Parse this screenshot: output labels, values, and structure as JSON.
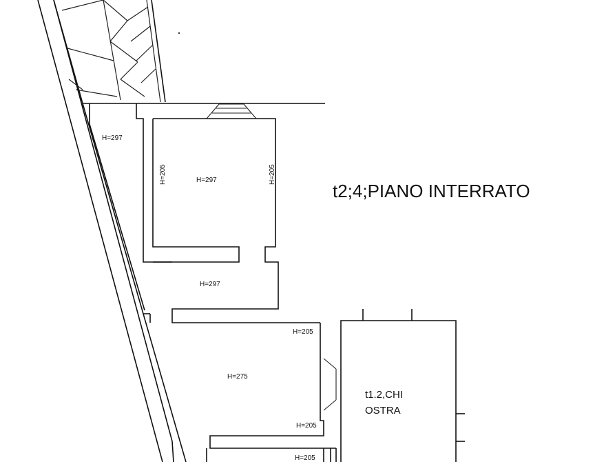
{
  "title": "t2;4;PIANO INTERRATO",
  "heights": {
    "corridor_top": "H=297",
    "room_top": "H=297",
    "room_top_left_wall": "H=205",
    "room_top_right_wall": "H=205",
    "middle_area": "H=297",
    "lower_room": "H=275",
    "lower_room_top_right": "H=205",
    "lower_room_bottom_right": "H=205",
    "bottom_right": "H=205"
  },
  "annex": {
    "line1": "t1.2,CHI",
    "line2": "OSTRA"
  }
}
